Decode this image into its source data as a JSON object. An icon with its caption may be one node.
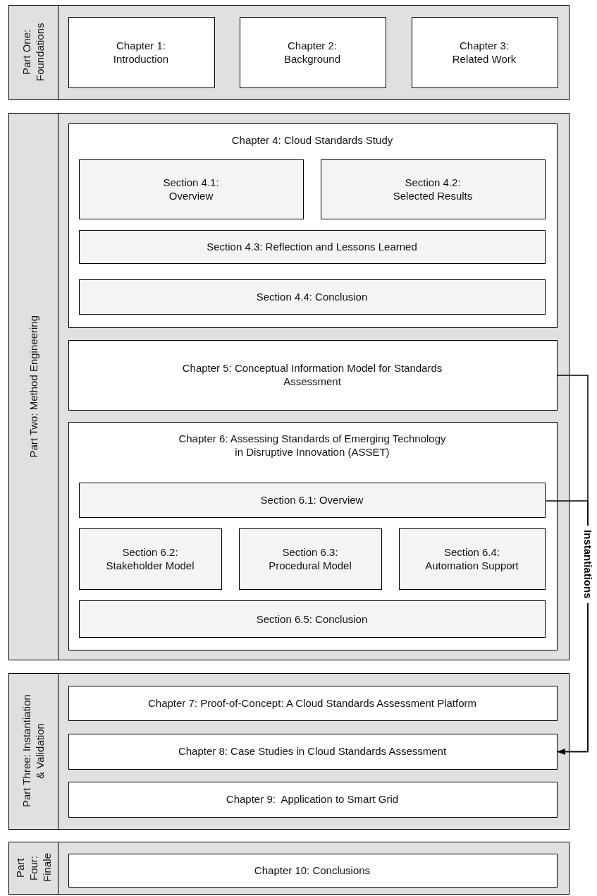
{
  "diagram": {
    "nodes": [
      {
        "text": [
          "Part One: Foundations"
        ]
      },
      {
        "text": [
          "Chapter 1: Introduction"
        ],
        "in": 0
      },
      {
        "text": [
          "Chapter 2: Background"
        ],
        "in": 0
      },
      {
        "text": [
          "Chapter 3: Related Work"
        ],
        "in": 0
      },
      {
        "text": [
          "Part Two: Method Engineering"
        ]
      },
      {
        "text": [
          "Chapter 4: Cloud Standards Study"
        ],
        "in": 4
      },
      {
        "text": [
          "Section 4.1: Overview"
        ],
        "in": 5
      },
      {
        "text": [
          "Section 4.2: Selected Results"
        ],
        "in": 5
      },
      {
        "text": [
          "Section 4.3: Reflection and Lessons Learned"
        ],
        "in": 5
      },
      {
        "text": [
          "Section 4.4: Conclusion"
        ],
        "in": 5
      },
      {
        "text": [
          "Chapter 5: Conceptual Information Model for Standards Assessment"
        ],
        "in": 4
      },
      {
        "text": [
          "Chapter 6: Assessing Standards of Emerging Technology in Disruptive Innovation (ASSET)"
        ],
        "in": 4
      },
      {
        "text": [
          "Section 6.1: Overview"
        ],
        "in": 11
      },
      {
        "text": [
          "Section 6.2: Stakeholder Model"
        ],
        "in": 11
      },
      {
        "text": [
          "Section 6.3: Procedural Model"
        ],
        "in": 11
      },
      {
        "text": [
          "Section 6.4: Automation Support"
        ],
        "in": 11
      },
      {
        "text": [
          "Section 6.5: Conclusion"
        ],
        "in": 11
      },
      {
        "text": [
          "Part Three: Instantiation & Validation"
        ]
      },
      {
        "text": [
          "Chapter 7: Proof-of-Concept: A Cloud Standards Assessment Platform"
        ],
        "in": 17
      },
      {
        "text": [
          "Chapter 8: Case Studies in Cloud Standards Assessment"
        ],
        "in": 17
      },
      {
        "text": [
          "Chapter 9:  Application to Smart Grid"
        ],
        "in": 17
      },
      {
        "text": [
          "Part Four: Finale"
        ]
      },
      {
        "text": [
          "Chapter 10: Conclusions"
        ],
        "in": 21
      }
    ],
    "edges": [
      {
        "from": 10,
        "to": 19,
        "arrow": "to",
        "label": "Instantiations"
      },
      {
        "from": 12,
        "to": 19,
        "arrow": "to"
      }
    ]
  }
}
